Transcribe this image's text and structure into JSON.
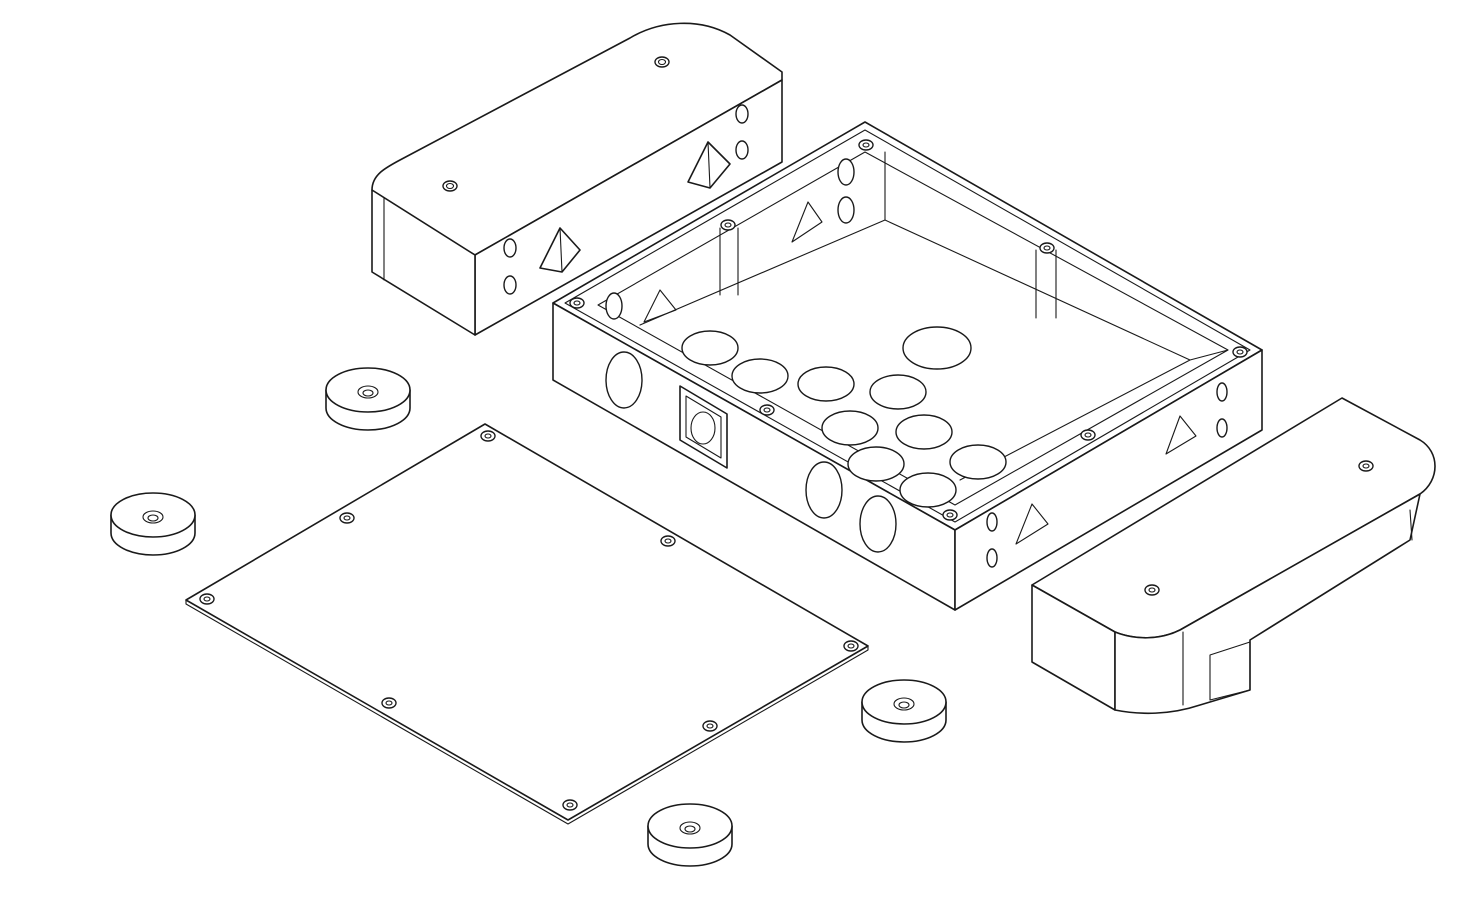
{
  "drawing": {
    "background": "#ffffff",
    "line_color": "#1a1a1a",
    "parts": [
      "enclosure-body",
      "left-end-cap",
      "right-end-cap",
      "bottom-cover-plate",
      "rubber-foot",
      "rubber-foot",
      "rubber-foot",
      "rubber-foot"
    ]
  }
}
